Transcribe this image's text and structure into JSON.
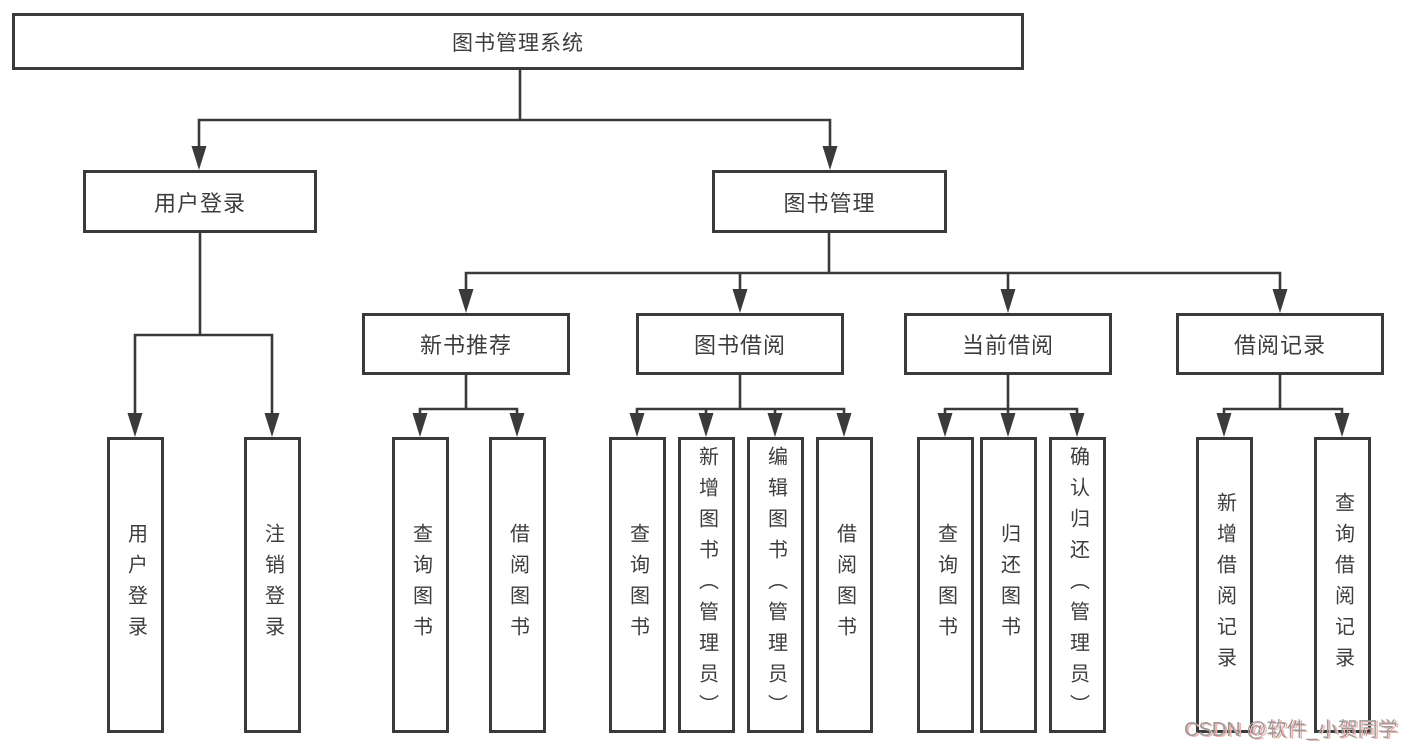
{
  "colors": {
    "line": "#3a3a3a",
    "box_border": "#3a3a3a",
    "box_fill": "#ffffff",
    "text": "#3d3d3d",
    "watermark_text": "#9b9b9b",
    "watermark_shadow": "#f0b4ae"
  },
  "nodes": {
    "root": {
      "label": "图书管理系统"
    },
    "user_login": {
      "label": "用户登录"
    },
    "book_management": {
      "label": "图书管理"
    },
    "new_book_recommend": {
      "label": "新书推荐"
    },
    "book_borrowing": {
      "label": "图书借阅"
    },
    "current_borrowing": {
      "label": "当前借阅"
    },
    "borrowing_records": {
      "label": "借阅记录"
    },
    "leaves": [
      {
        "label": "用户登录"
      },
      {
        "label": "注销登录"
      },
      {
        "label": "查询图书"
      },
      {
        "label": "借阅图书"
      },
      {
        "label": "查询图书"
      },
      {
        "label": "新增图书（管理员）"
      },
      {
        "label": "编辑图书（管理员）"
      },
      {
        "label": "借阅图书"
      },
      {
        "label": "查询图书"
      },
      {
        "label": "归还图书"
      },
      {
        "label": "确认归还（管理员）"
      },
      {
        "label": "新增借阅记录"
      },
      {
        "label": "查询借阅记录"
      }
    ]
  },
  "watermark": {
    "label": "CSDN @软件_小贺同学"
  }
}
